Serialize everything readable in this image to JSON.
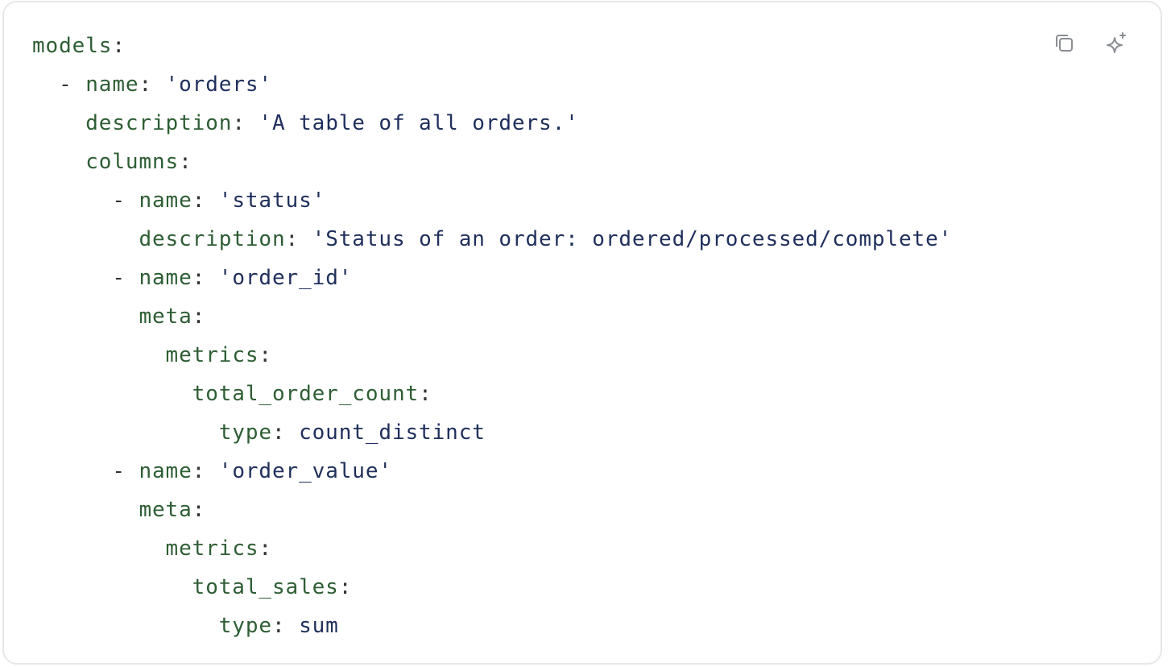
{
  "toolbar": {
    "copy_icon": "copy-icon",
    "ai_icon": "sparkle-icon"
  },
  "colors": {
    "key": "#2e5e34",
    "value": "#1f2f5c",
    "punctuation": "#2f3337",
    "border": "#e6e7e9"
  },
  "code": {
    "language": "yaml",
    "lines": [
      {
        "indent": "",
        "dash": "",
        "key": "models",
        "sep": ":",
        "value": ""
      },
      {
        "indent": "  ",
        "dash": "- ",
        "key": "name",
        "sep": ": ",
        "value": "'orders'"
      },
      {
        "indent": "    ",
        "dash": "",
        "key": "description",
        "sep": ": ",
        "value": "'A table of all orders.'"
      },
      {
        "indent": "    ",
        "dash": "",
        "key": "columns",
        "sep": ":",
        "value": ""
      },
      {
        "indent": "      ",
        "dash": "- ",
        "key": "name",
        "sep": ": ",
        "value": "'status'"
      },
      {
        "indent": "        ",
        "dash": "",
        "key": "description",
        "sep": ": ",
        "value": "'Status of an order: ordered/processed/complete'"
      },
      {
        "indent": "      ",
        "dash": "- ",
        "key": "name",
        "sep": ": ",
        "value": "'order_id'"
      },
      {
        "indent": "        ",
        "dash": "",
        "key": "meta",
        "sep": ":",
        "value": ""
      },
      {
        "indent": "          ",
        "dash": "",
        "key": "metrics",
        "sep": ":",
        "value": ""
      },
      {
        "indent": "            ",
        "dash": "",
        "key": "total_order_count",
        "sep": ":",
        "value": ""
      },
      {
        "indent": "              ",
        "dash": "",
        "key": "type",
        "sep": ": ",
        "value": "count_distinct"
      },
      {
        "indent": "      ",
        "dash": "- ",
        "key": "name",
        "sep": ": ",
        "value": "'order_value'"
      },
      {
        "indent": "        ",
        "dash": "",
        "key": "meta",
        "sep": ":",
        "value": ""
      },
      {
        "indent": "          ",
        "dash": "",
        "key": "metrics",
        "sep": ":",
        "value": ""
      },
      {
        "indent": "            ",
        "dash": "",
        "key": "total_sales",
        "sep": ":",
        "value": ""
      },
      {
        "indent": "              ",
        "dash": "",
        "key": "type",
        "sep": ": ",
        "value": "sum"
      }
    ]
  }
}
